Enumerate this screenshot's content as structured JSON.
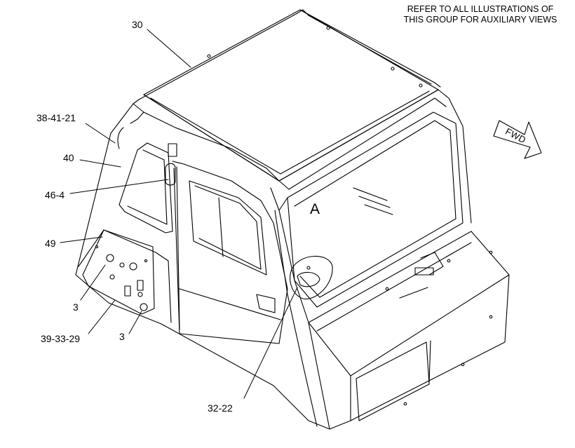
{
  "note": {
    "line1": "REFER TO ALL ILLUSTRATIONS OF",
    "line2": "THIS GROUP FOR AUXILIARY VIEWS"
  },
  "fwd_label": "FWD",
  "view_label": "A",
  "callouts": {
    "c30": "30",
    "c38": "38-41-21",
    "c40": "40",
    "c46": "46-4",
    "c49": "49",
    "c3a": "3",
    "c39": "39-33-29",
    "c3b": "3",
    "c32": "32-22"
  }
}
